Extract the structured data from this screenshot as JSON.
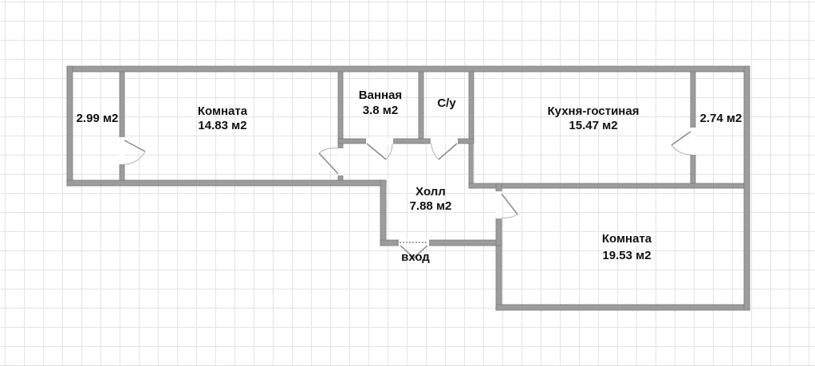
{
  "plan": {
    "rooms": [
      {
        "id": "storage-left",
        "lines": [
          "2.99 м2"
        ]
      },
      {
        "id": "room-1",
        "lines": [
          "Комната",
          "14.83 м2"
        ]
      },
      {
        "id": "bathroom",
        "lines": [
          "Ванная",
          "3.8 м2"
        ]
      },
      {
        "id": "toilet",
        "lines": [
          "С/у"
        ]
      },
      {
        "id": "kitchen-living",
        "lines": [
          "Кухня-гостиная",
          "15.47 м2"
        ]
      },
      {
        "id": "storage-right",
        "lines": [
          "2.74 м2"
        ]
      },
      {
        "id": "hall",
        "lines": [
          "Холл",
          "7.88 м2"
        ]
      },
      {
        "id": "room-2",
        "lines": [
          "Комната",
          "19.53 м2"
        ]
      }
    ],
    "entrance_label": "вход"
  }
}
